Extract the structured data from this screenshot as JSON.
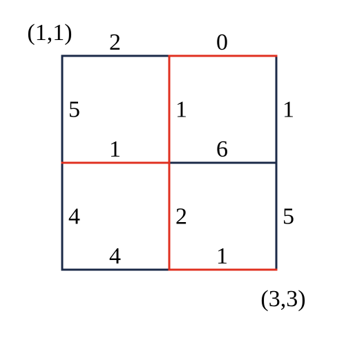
{
  "grid": {
    "rows": 2,
    "cols": 2,
    "start_label": "(1,1)",
    "end_label": "(3,3)"
  },
  "colors": {
    "edge": "#1b2a48",
    "path": "#e03020"
  },
  "edges": {
    "horizontal": [
      [
        {
          "weight": "2",
          "path": false
        },
        {
          "weight": "0",
          "path": true
        }
      ],
      [
        {
          "weight": "1",
          "path": true
        },
        {
          "weight": "6",
          "path": false
        }
      ],
      [
        {
          "weight": "4",
          "path": false
        },
        {
          "weight": "1",
          "path": true
        }
      ]
    ],
    "vertical": [
      [
        {
          "weight": "5",
          "path": false
        },
        {
          "weight": "1",
          "path": true
        },
        {
          "weight": "1",
          "path": false
        }
      ],
      [
        {
          "weight": "4",
          "path": false
        },
        {
          "weight": "2",
          "path": true
        },
        {
          "weight": "5",
          "path": false
        }
      ]
    ]
  }
}
